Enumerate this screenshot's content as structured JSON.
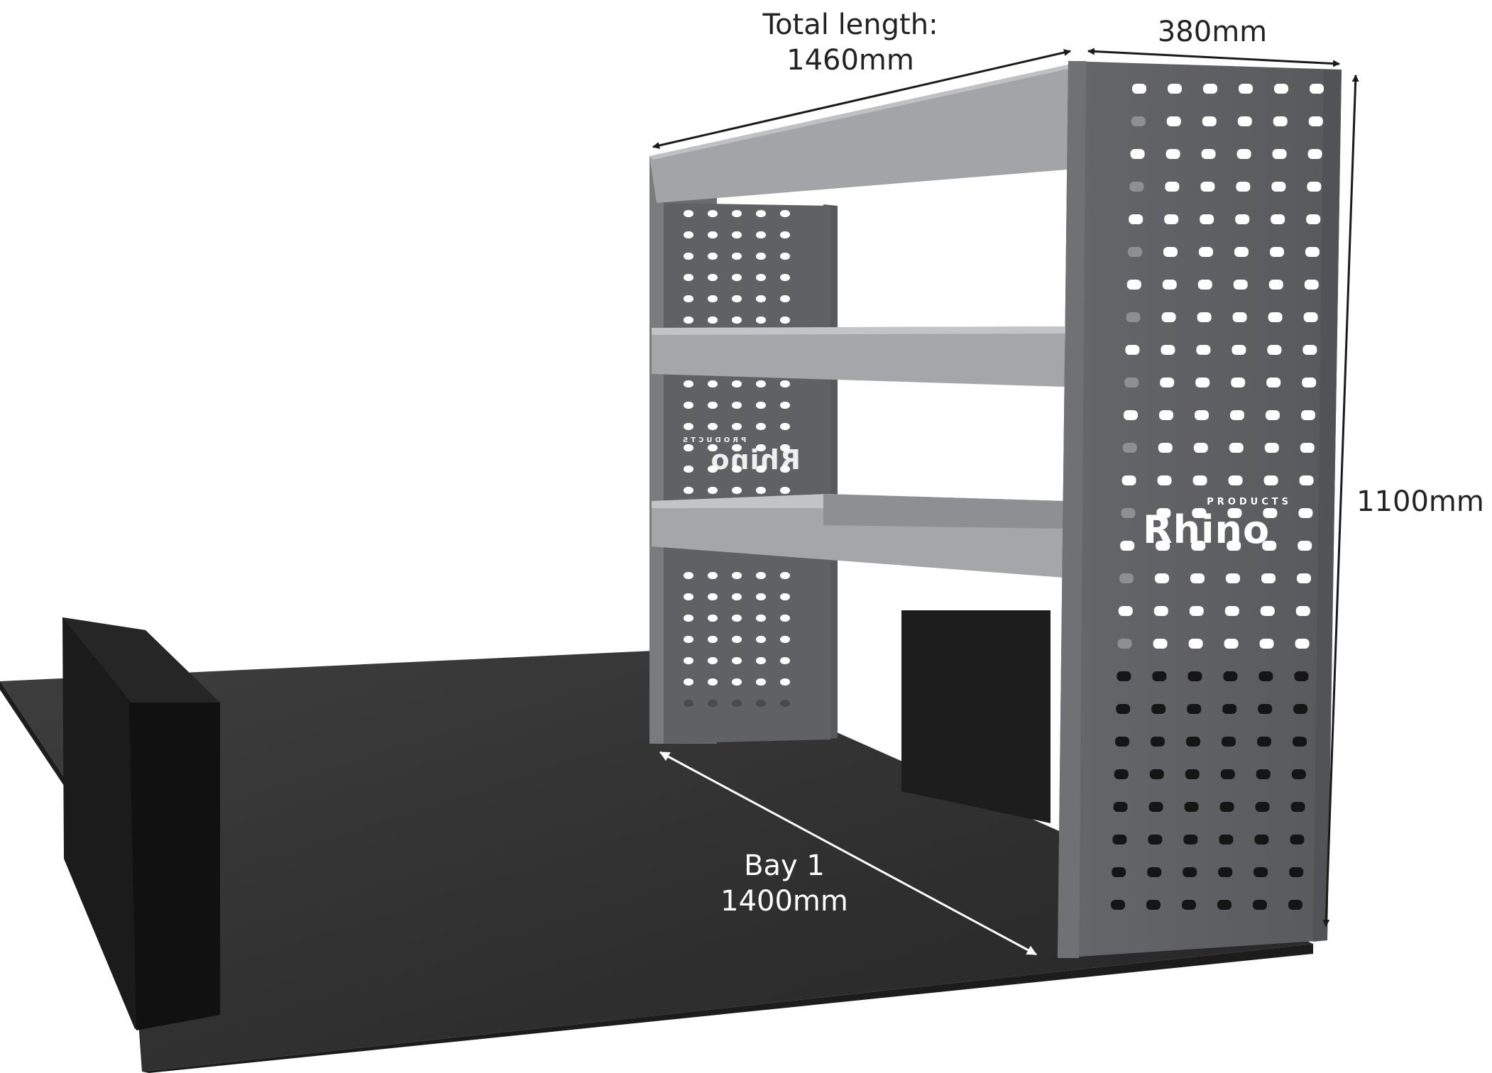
{
  "dimensions": {
    "total_length_label": "Total length:",
    "total_length_value": "1460mm",
    "depth": "380mm",
    "height": "1100mm",
    "bay_label": "Bay 1",
    "bay_value": "1400mm"
  },
  "brand": {
    "name": "Rhino",
    "sub": "PRODUCTS"
  },
  "colors": {
    "text": "#222222",
    "panel": "#5f6063",
    "shelf": "#a5a6a9",
    "floor": "#2e2e2e",
    "floor_edge": "#1c1c1c",
    "arrow_dark": "#1a1a1a",
    "arrow_light": "#ffffff"
  }
}
